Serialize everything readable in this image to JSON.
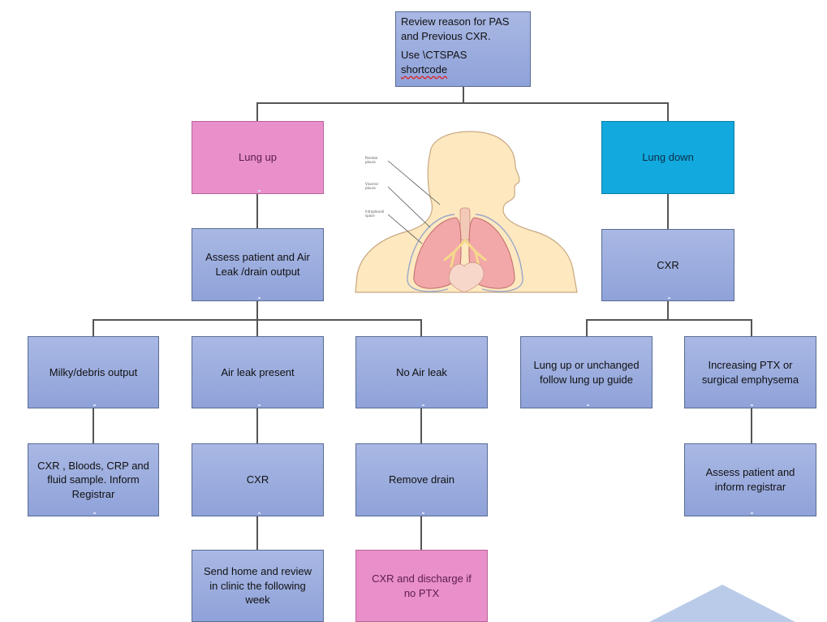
{
  "flowchart": {
    "start": {
      "line1": "Review reason for PAS",
      "line2": "and Previous CXR.",
      "line3": "Use \\CTSPAS",
      "line4": "shortcode"
    },
    "lung_up": "Lung up",
    "lung_down": "Lung down",
    "assess_air_leak": "Assess patient and Air\nLeak /drain output",
    "cxr_right": "CXR",
    "milky_output": "Milky/debris output",
    "air_leak_present": "Air leak  present",
    "no_air_leak": "No Air leak",
    "lung_up_unchanged": "Lung up or unchanged\nfollow lung up guide",
    "increasing_ptx": "Increasing PTX or\nsurgical emphysema",
    "cxr_bloods": "CXR , Bloods, CRP and\nfluid sample. Inform\nRegistrar",
    "cxr_middle": "CXR",
    "remove_drain": "Remove drain",
    "assess_inform_registrar": "Assess patient and\ninform registrar",
    "send_home": "Send home and review\nin clinic  the following\nweek",
    "cxr_discharge": "CXR and discharge if\nno PTX"
  },
  "illustration": {
    "label_1": "Parietal\npleura",
    "label_2": "Visceral\npleura",
    "label_3": "Intrapleural\nspace"
  },
  "colors": {
    "box_blue": "#99ABDF",
    "box_pink": "#E98FC9",
    "box_cyan": "#12A9DE",
    "connector": "#555555"
  }
}
